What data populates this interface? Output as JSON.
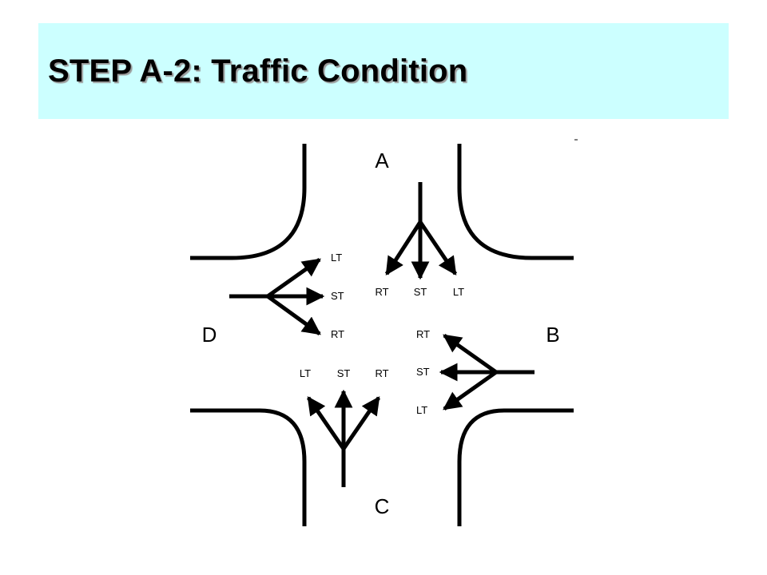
{
  "title": "STEP A-2: Traffic Condition",
  "approaches": {
    "A": "A",
    "B": "B",
    "C": "C",
    "D": "D"
  },
  "movements": {
    "A": {
      "rt": "RT",
      "st": "ST",
      "lt": "LT"
    },
    "B": {
      "rt": "RT",
      "st": "ST",
      "lt": "LT"
    },
    "C": {
      "lt": "LT",
      "st": "ST",
      "rt": "RT"
    },
    "D": {
      "lt": "LT",
      "st": "ST",
      "rt": "RT"
    }
  },
  "colors": {
    "title_band": "#ccffff",
    "ink": "#000000"
  }
}
